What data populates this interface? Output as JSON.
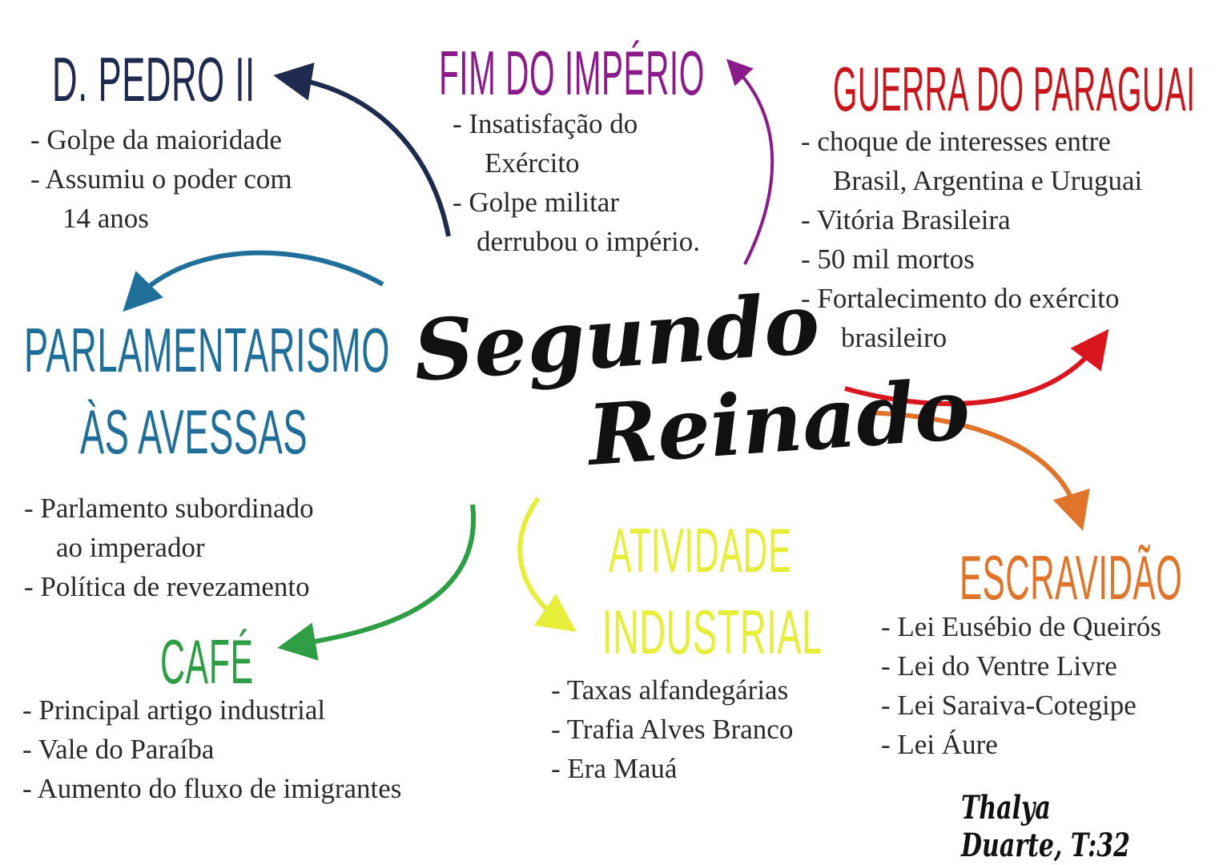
{
  "center": {
    "line1": "Segundo",
    "line2": "Reinado"
  },
  "colors": {
    "pedro": "#1f2a4f",
    "fim": "#8b1a8b",
    "guerra": "#c8161d",
    "parlamentarismo": "#1f6f9a",
    "cafe": "#2e9e44",
    "industrial": "#e6ee3a",
    "escravidao": "#e0742a"
  },
  "pedro": {
    "title": "D. PEDRO II",
    "items": [
      "- Golpe da maioridade",
      "- Assumiu o poder com",
      "14 anos"
    ]
  },
  "fim": {
    "title": "FIM DO IMPÉRIO",
    "items": [
      "- Insatisfação do",
      "Exército",
      "- Golpe militar",
      "derrubou o império."
    ]
  },
  "guerra": {
    "title": "GUERRA DO PARAGUAI",
    "items": [
      "- choque de interesses entre",
      "Brasil, Argentina e Uruguai",
      "- Vitória Brasileira",
      "- 50 mil mortos",
      "- Fortalecimento do exército",
      "brasileiro"
    ]
  },
  "parlamentarismo": {
    "title1": "PARLAMENTARISMO",
    "title2": "ÀS AVESSAS",
    "items": [
      "- Parlamento subordinado",
      "ao imperador",
      "- Política de revezamento"
    ]
  },
  "cafe": {
    "title": "CAFÉ",
    "items": [
      "- Principal artigo industrial",
      "- Vale do Paraíba",
      "- Aumento do fluxo de imigrantes"
    ]
  },
  "industrial": {
    "title1": "ATIVIDADE",
    "title2": "INDUSTRIAL",
    "items": [
      "- Taxas alfandegárias",
      "- Trafia Alves Branco",
      "- Era Mauá"
    ]
  },
  "escravidao": {
    "title": "ESCRAVIDÃO",
    "items": [
      "- Lei Eusébio de Queirós",
      "- Lei do Ventre Livre",
      "- Lei Saraiva-Cotegipe",
      "- Lei Áure"
    ]
  },
  "signature": "Thalya Duarte, T:32"
}
